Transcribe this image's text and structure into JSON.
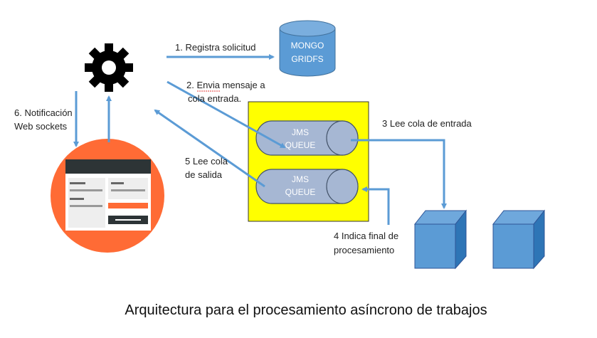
{
  "diagram": {
    "title": "Arquitectura para el procesamiento asíncrono de trabajos",
    "mongo": {
      "line1": "MONGO",
      "line2": "GRIDFS"
    },
    "queue_in": {
      "line1": "JMS",
      "line2": "QUEUE"
    },
    "queue_out": {
      "line1": "JMS",
      "line2": "QUEUE"
    },
    "steps": {
      "s1": "1. Registra solicitud",
      "s2_line1": "2. Envia mensaje a",
      "s2_line2": "cola entrada.",
      "s3": "3 Lee cola de entrada",
      "s4_line1": "4 Indica final de",
      "s4_line2": "procesamiento",
      "s5_line1": "5 Lee cola",
      "s5_line2": "de salida",
      "s6_line1": "6. Notificación",
      "s6_line2": "Web sockets"
    },
    "icons": {
      "server": "gear-icon",
      "database": "database-icon",
      "client": "web-form-icon",
      "worker": "cube-icon"
    },
    "colors": {
      "arrow": "#5b9bd5",
      "accent_blue": "#4f86c6",
      "queue_panel": "#ffff00",
      "queue_fill": "#a6b7d3",
      "client_circle": "#ff6b35",
      "gear": "#000000"
    }
  }
}
